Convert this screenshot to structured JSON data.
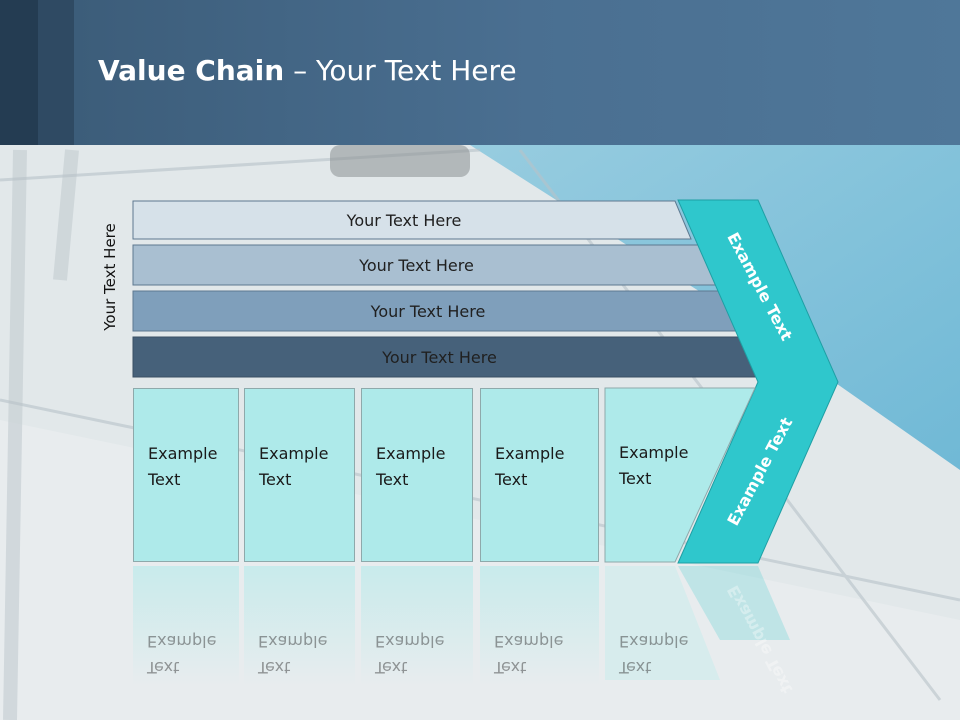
{
  "title": {
    "bold": "Value Chain",
    "rest": " – Your Text Here"
  },
  "side_label": "Your Text Here",
  "bars": [
    {
      "label": "Your Text Here",
      "color": "#d6e1e9"
    },
    {
      "label": "Your Text Here",
      "color": "#a9bfd1"
    },
    {
      "label": "Your Text Here",
      "color": "#7f9fbb"
    },
    {
      "label": "Your Text Here",
      "color": "#46617a"
    }
  ],
  "boxes": [
    {
      "line1": "Example",
      "line2": "Text"
    },
    {
      "line1": "Example",
      "line2": "Text"
    },
    {
      "line1": "Example",
      "line2": "Text"
    },
    {
      "line1": "Example",
      "line2": "Text"
    },
    {
      "line1": "Example",
      "line2": "Text"
    }
  ],
  "chevron": {
    "upper_text": "Example Text",
    "lower_text": "Example Text",
    "color": "#2fc7cc"
  },
  "colors": {
    "header": "#4a6f91",
    "box_fill": "#aeeaea",
    "pool": "#5fb8d9"
  }
}
